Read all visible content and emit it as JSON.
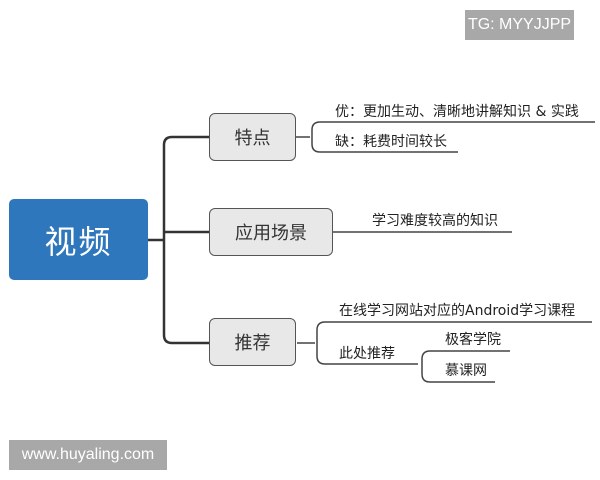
{
  "watermarks": {
    "top_right": "TG: MYYJJPP",
    "bottom_left": "www.huyaling.com"
  },
  "mindmap": {
    "root": "视频",
    "branches": [
      {
        "label": "特点",
        "children": [
          "优：更加生动、清晰地讲解知识 & 实践",
          "缺：耗费时间较长"
        ]
      },
      {
        "label": "应用场景",
        "children": [
          "学习难度较高的知识"
        ]
      },
      {
        "label": "推荐",
        "children": [
          "在线学习网站对应的Android学习课程",
          "此处推荐"
        ],
        "sub_children": [
          "极客学院",
          "慕课网"
        ]
      }
    ]
  },
  "colors": {
    "root_fill": "#2f77bd",
    "topic_fill": "#e8e8e8",
    "line": "#333333",
    "watermark_bg": "#a8a8a8"
  }
}
